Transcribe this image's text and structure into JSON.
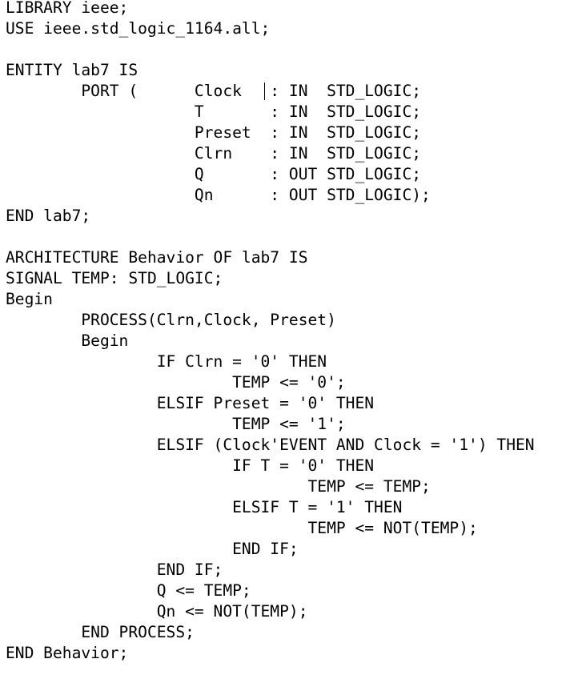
{
  "editor": {
    "lines": [
      "LIBRARY ieee;",
      "USE ieee.std_logic_1164.all;",
      "",
      "ENTITY lab7 IS",
      "        PORT (      Clock   : IN  STD_LOGIC;",
      "                    T       : IN  STD_LOGIC;",
      "                    Preset  : IN  STD_LOGIC;",
      "                    Clrn    : IN  STD_LOGIC;",
      "                    Q       : OUT STD_LOGIC;",
      "                    Qn      : OUT STD_LOGIC);",
      "END lab7;",
      "",
      "ARCHITECTURE Behavior OF lab7 IS",
      "SIGNAL TEMP: STD_LOGIC;",
      "Begin",
      "        PROCESS(Clrn,Clock, Preset)",
      "        Begin",
      "                IF Clrn = '0' THEN",
      "                        TEMP <= '0';",
      "                ELSIF Preset = '0' THEN",
      "                        TEMP <= '1';",
      "                ELSIF (Clock'EVENT AND Clock = '1') THEN",
      "                        IF T = '0' THEN",
      "                                TEMP <= TEMP;",
      "                        ELSIF T = '1' THEN",
      "                                TEMP <= NOT(TEMP);",
      "                        END IF;",
      "                END IF;",
      "                Q <= TEMP;",
      "                Qn <= NOT(TEMP);",
      "        END PROCESS;",
      "END Behavior;"
    ]
  }
}
